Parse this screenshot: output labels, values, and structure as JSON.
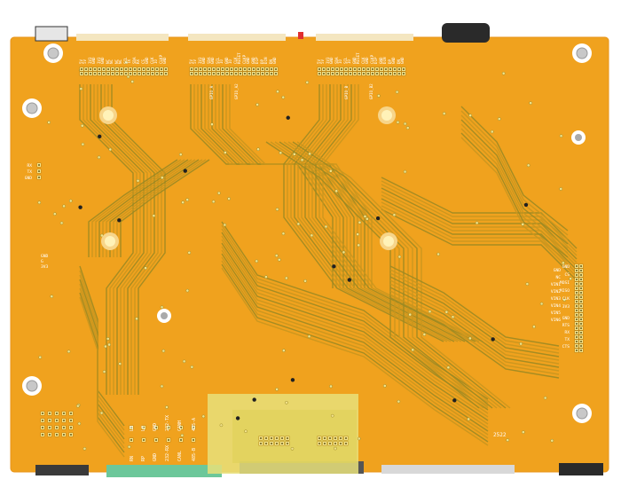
{
  "colors": {
    "background": "#ffffff",
    "board": "#f0a21e",
    "board_edge": "#e8941a",
    "trace": "#c9961e",
    "trace_dark": "#9c8a22",
    "silk": "#ffffff",
    "pad": "#f7d58a",
    "pad_gold": "#f2e28a",
    "copper_window": "#e8e07a",
    "hole": "#202020",
    "connector_green": "#6cc79a",
    "connector_dark": "#3a3a3a",
    "led_red": "#e03030"
  },
  "board": {
    "header1": {
      "top_pins": [
        "5V",
        "3V3",
        "3V3",
        "NC",
        "NC",
        "SCL",
        "SDA",
        "CS",
        "CLK",
        "CLKP"
      ],
      "bottom_pins": [
        "5V",
        "GND",
        "GND",
        "NC",
        "NC",
        "TX",
        "RX",
        "GND",
        "IO",
        "GND"
      ]
    },
    "header2": {
      "top_pins": [
        "5V",
        "3V3",
        "SDA",
        "SCL",
        "GND",
        "CLK",
        "CLKP",
        "GND",
        "DP",
        "DN"
      ],
      "bottom_pins": [
        "5V",
        "GND",
        "GND",
        "IO",
        "IO",
        "RESET",
        "GND",
        "D1P",
        "D1N",
        "GND"
      ],
      "vertical_labels": [
        "GPIO_A",
        "GPIO_A2"
      ]
    },
    "header3": {
      "top_pins": [
        "5V",
        "3V3",
        "SDA",
        "SCL",
        "GND",
        "CLK",
        "CLKP",
        "GND",
        "DP",
        "DN"
      ],
      "bottom_pins": [
        "5V",
        "GND",
        "IO",
        "IO",
        "RESET",
        "GND",
        "D1P",
        "D1N",
        "GND",
        "GND"
      ],
      "vertical_labels": [
        "GPIO_B",
        "GPIO_B2"
      ]
    },
    "left_uart": [
      "RX",
      "TX",
      "GND"
    ],
    "left_small": [
      "GND",
      "G",
      "3V3"
    ],
    "right_spi": [
      "GND",
      "CS",
      "MOSI",
      "MISO",
      "CLK",
      "3V3"
    ],
    "right_power": [
      "GND",
      "NC",
      "VIN1",
      "VIN2",
      "VIN3",
      "VIN4",
      "VIN5",
      "VIN6"
    ],
    "right_uart": [
      "GND",
      "RTS",
      "RX",
      "TX",
      "CTS"
    ],
    "bottom_labels_row1": [
      "LN",
      "LP",
      "GND",
      "232-TX",
      "CANH",
      "485-A"
    ],
    "bottom_labels_row2": [
      "RN",
      "RP",
      "GND",
      "232-RX",
      "CANL",
      "485-B"
    ],
    "bottom_code": "2522"
  }
}
